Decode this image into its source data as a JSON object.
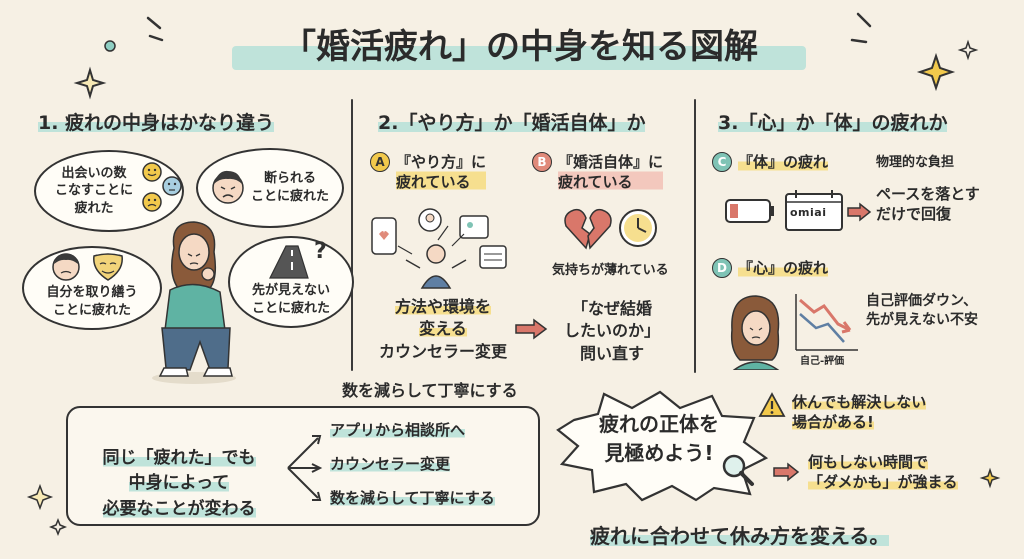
{
  "title": "「婚活疲れ」の中身を知る図解",
  "section1": {
    "title": "1. 疲れの中身はかなり違う",
    "bubbles": [
      "出会いの数\nこなすことに\n疲れた",
      "断られる\nことに疲れた",
      "自分を取り繕う\nことに疲れた",
      "先が見えない\nことに疲れた"
    ]
  },
  "section2": {
    "title": "2.「やり方」か「婚活自体」か",
    "a_badge": "A",
    "a_label": "『やり方』に\n疲れている",
    "b_badge": "B",
    "b_label": "『婚活自体』に\n疲れている",
    "b_note": "気持ちが薄れている",
    "a_action_1": "方法や環境を",
    "a_action_2": "変える",
    "a_action_3": "カウンセラー変更",
    "a_action_4": "数を減らして丁寧にする",
    "b_action": "「なぜ結婚\nしたいのか」\n問い直す"
  },
  "section3": {
    "title": "3.「心」か「体」の疲れか",
    "c_badge": "C",
    "c_label": "『体』の疲れ",
    "c_note_1": "物理的な負担",
    "c_note_2": "ペースを落とす\nだけで回復",
    "app_name": "omiai",
    "d_badge": "D",
    "d_label": "『心』の疲れ",
    "d_note": "自己評価ダウン、\n先が見えない不安",
    "chart_label": "自己-評価"
  },
  "summary": {
    "text": "同じ「疲れた」でも\n中身によって\n必要なことが変わる",
    "items": [
      "アプリから相談所へ",
      "カウンセラー変更",
      "数を減らして丁寧にする"
    ]
  },
  "callout": {
    "text": "疲れの正体を\n見極めよう!",
    "warning": "休んでも解決しない\n場合がある!",
    "result": "何もしない時間で\n「ダメかも」が強まる"
  },
  "footer": "疲れに合わせて休み方を変える。",
  "colors": {
    "background": "#f6f0e4",
    "teal": "#bfe3da",
    "yellow": "#f6df8f",
    "red_arrow": "#d9776a"
  }
}
